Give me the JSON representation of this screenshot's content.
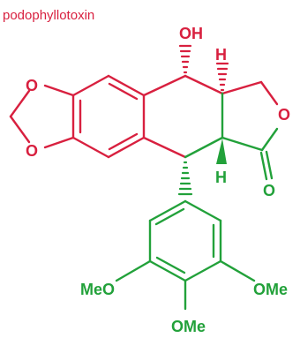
{
  "title": "podophyllotoxin",
  "colors": {
    "red": "#d8203f",
    "green": "#22a13a"
  },
  "labels": {
    "oh": "OH",
    "h_top": "H",
    "h_bottom": "H",
    "o_ring_top": "O",
    "o_ring_bottom": "O",
    "o_lactone": "O",
    "o_carbonyl": "O",
    "meo_left": "MeO",
    "ome_right": "OMe",
    "ome_bottom": "OMe"
  }
}
